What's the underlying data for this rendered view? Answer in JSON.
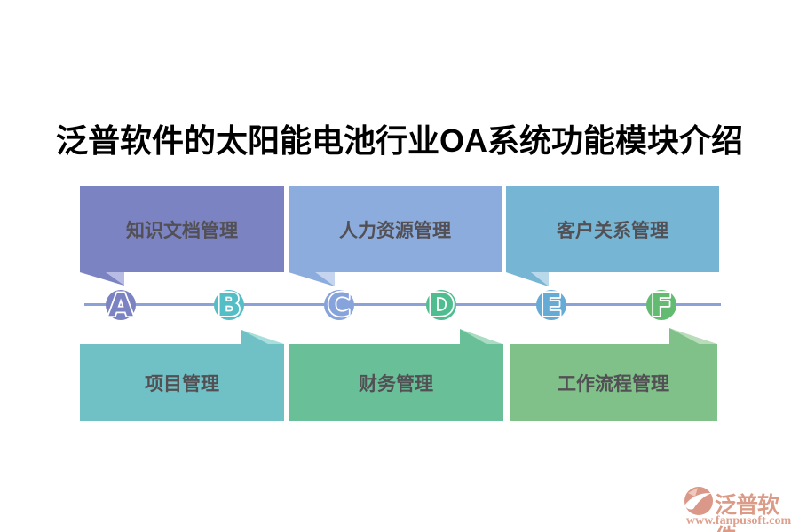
{
  "title": "泛普软件的太阳能电池行业OA系统功能模块介绍",
  "modules": [
    {
      "id": "knowledge-docs",
      "label": "知识文档管理",
      "marker": "A",
      "row": "top",
      "color": "#7b83c2",
      "tail_color": "#b8bce4"
    },
    {
      "id": "hr",
      "label": "人力资源管理",
      "marker": "C",
      "row": "top",
      "color": "#8cacdd",
      "tail_color": "#c6d5ef"
    },
    {
      "id": "crm",
      "label": "客户关系管理",
      "marker": "E",
      "row": "top",
      "color": "#76b6d4",
      "tail_color": "#b9d9ea"
    },
    {
      "id": "project",
      "label": "项目管理",
      "marker": "B",
      "row": "bottom",
      "color": "#70c1c5",
      "tail_color": "#a8dedb"
    },
    {
      "id": "finance",
      "label": "财务管理",
      "marker": "D",
      "row": "bottom",
      "color": "#69bf98",
      "tail_color": "#a9dcc3"
    },
    {
      "id": "workflow",
      "label": "工作流程管理",
      "marker": "F",
      "row": "bottom",
      "color": "#80c089",
      "tail_color": "#b9ddba"
    }
  ],
  "timeline": {
    "line_color": "#8ba2d8",
    "markers": [
      {
        "letter": "A",
        "color": "#7b83c2"
      },
      {
        "letter": "B",
        "color": "#54bec6"
      },
      {
        "letter": "C",
        "color": "#87a3dc"
      },
      {
        "letter": "D",
        "color": "#4fbd90"
      },
      {
        "letter": "E",
        "color": "#66aad6"
      },
      {
        "letter": "F",
        "color": "#63bb72"
      }
    ]
  },
  "watermark": {
    "brand": "泛普软件",
    "url": "www.fanpusoft.com",
    "color": "#dc9b87"
  }
}
